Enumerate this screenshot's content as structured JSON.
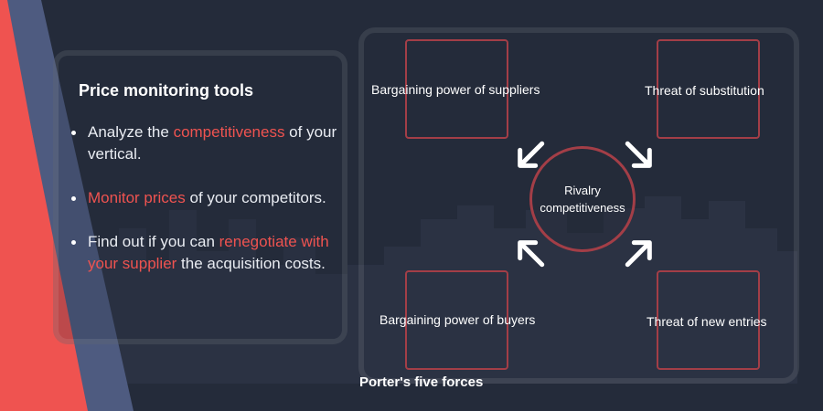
{
  "colors": {
    "background": "#242b3a",
    "accent_red": "#ef5350",
    "accent_blue": "#4e5b80",
    "box_border": "#a33e47",
    "text": "#ffffff"
  },
  "left_panel": {
    "title": "Price monitoring tools",
    "bullets": [
      {
        "before": "Analyze the ",
        "highlight": "competitiveness",
        "after": " of your vertical."
      },
      {
        "before": "",
        "highlight": "Monitor prices",
        "after": " of your competitors."
      },
      {
        "before": "Find out if you can ",
        "highlight": "renegotiate with your supplier",
        "after": " the acquisition costs."
      }
    ]
  },
  "diagram": {
    "title": "Porter's five forces",
    "center": {
      "line1": "Rivalry",
      "line2": "competitiveness"
    },
    "forces": {
      "top_left": "Bargaining power of suppliers",
      "top_right": "Threat of substitution",
      "bottom_left": "Bargaining power of buyers",
      "bottom_right": "Threat of new entries"
    },
    "arrow_icon": "arrow-icon"
  }
}
